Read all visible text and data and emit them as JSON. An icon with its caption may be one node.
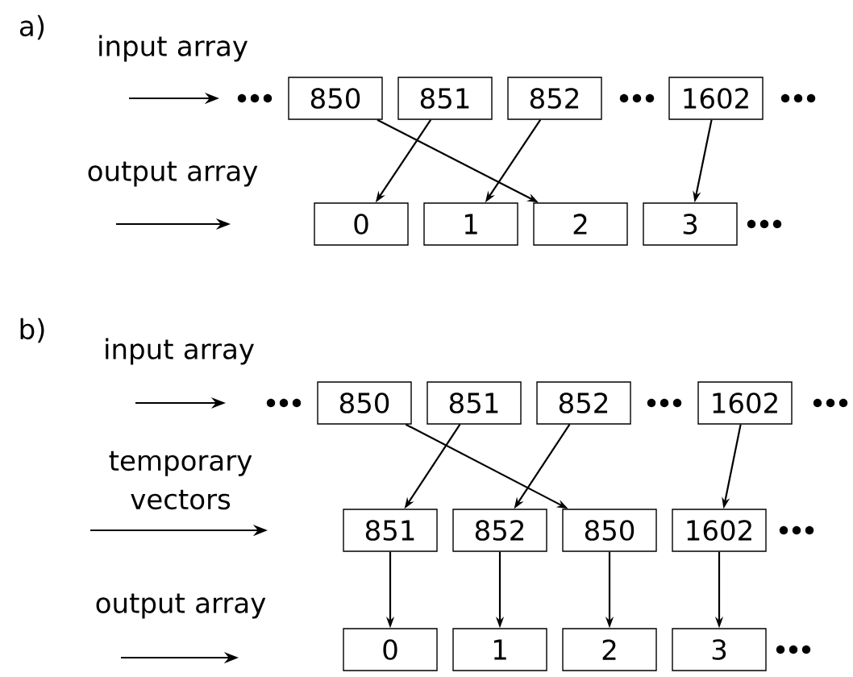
{
  "diagram": {
    "nodes": [
      {
        "text": [
          "850"
        ]
      },
      {
        "text": [
          "851"
        ]
      },
      {
        "text": [
          "852"
        ]
      },
      {
        "text": [
          "1602"
        ]
      },
      {
        "text": [
          "0"
        ]
      },
      {
        "text": [
          "1"
        ]
      },
      {
        "text": [
          "2"
        ]
      },
      {
        "text": [
          "3"
        ]
      },
      {
        "text": [
          "850"
        ]
      },
      {
        "text": [
          "851"
        ]
      },
      {
        "text": [
          "852"
        ]
      },
      {
        "text": [
          "1602"
        ]
      },
      {
        "text": [
          "851"
        ]
      },
      {
        "text": [
          "852"
        ]
      },
      {
        "text": [
          "850"
        ]
      },
      {
        "text": [
          "1602"
        ]
      },
      {
        "text": [
          "0"
        ]
      },
      {
        "text": [
          "1"
        ]
      },
      {
        "text": [
          "2"
        ]
      },
      {
        "text": [
          "3"
        ]
      }
    ],
    "edges": [
      {
        "from": 0,
        "to": 6,
        "arrow": "to"
      },
      {
        "from": 1,
        "to": 4,
        "arrow": "to"
      },
      {
        "from": 2,
        "to": 5,
        "arrow": "to"
      },
      {
        "from": 3,
        "to": 7,
        "arrow": "to"
      },
      {
        "from": 8,
        "to": 14,
        "arrow": "to"
      },
      {
        "from": 9,
        "to": 12,
        "arrow": "to"
      },
      {
        "from": 10,
        "to": 13,
        "arrow": "to"
      },
      {
        "from": 11,
        "to": 15,
        "arrow": "to"
      },
      {
        "from": 12,
        "to": 16,
        "arrow": "to"
      },
      {
        "from": 13,
        "to": 17,
        "arrow": "to"
      },
      {
        "from": 14,
        "to": 18,
        "arrow": "to"
      },
      {
        "from": 15,
        "to": 19,
        "arrow": "to"
      }
    ],
    "labels": [
      "a)",
      "input array",
      "output array",
      "b)",
      "input array",
      "temporary vectors",
      "output array"
    ]
  }
}
